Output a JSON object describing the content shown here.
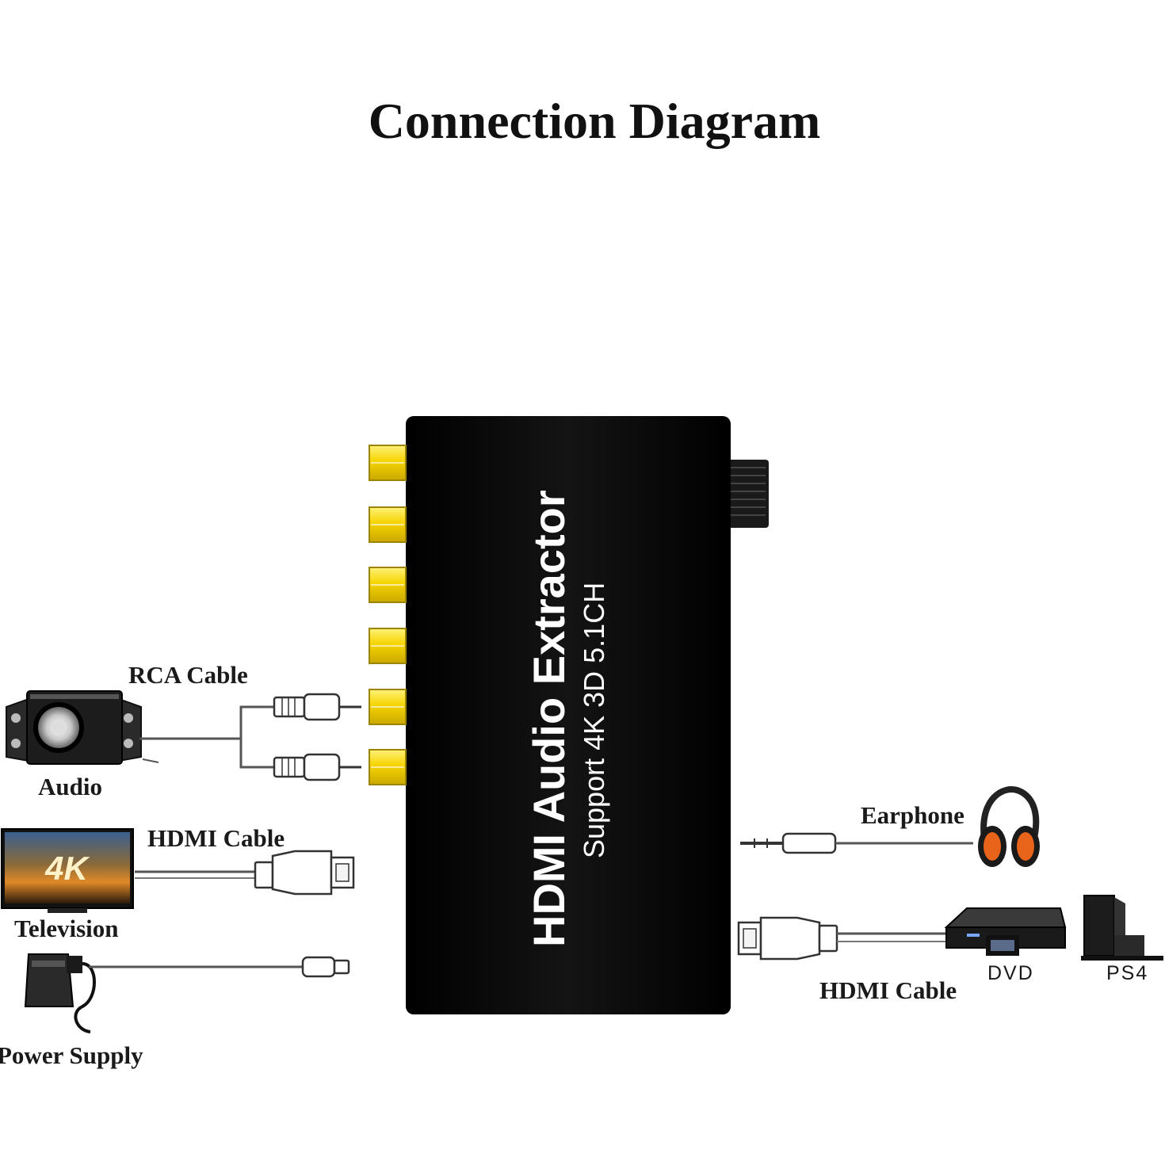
{
  "title": "Connection Diagram",
  "device": {
    "name": "HDMI Audio Extractor",
    "subtitle": "Support 4K 3D 5.1CH",
    "rca_port_count": 6,
    "body_color": "#050505",
    "port_color": "#f5d400"
  },
  "labels": {
    "rca_cable": "RCA Cable",
    "audio": "Audio",
    "hdmi_cable_left": "HDMI Cable",
    "television": "Television",
    "tv_screen_text": "4K",
    "power_supply": "Power Supply",
    "earphone": "Earphone",
    "hdmi_cable_right": "HDMI Cable",
    "dvd": "DVD",
    "ps4": "PS4"
  },
  "icons": [
    "speaker-icon",
    "television-icon",
    "power-adapter-icon",
    "headphones-icon",
    "dvd-player-icon",
    "ps4-console-icon"
  ]
}
